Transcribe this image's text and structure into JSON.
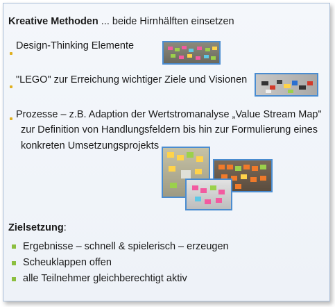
{
  "heading": {
    "bold": "Kreative Methoden",
    "rest": " ... beide Hirnhälften einsetzen"
  },
  "bullets": [
    "Design-Thinking Elemente",
    "\"LEGO\" zur Erreichung wichtiger Ziele und Visionen",
    "Prozesse – z.B. Adaption der Wertstromanalyse „Value Stream Map\"",
    "zur Definition von Handlungsfeldern bis hin zur Formulierung eines",
    "konkreten Umsetzungsprojekts"
  ],
  "goal": {
    "label": "Zielsetzung",
    "colon": ":"
  },
  "goal_items": [
    "Ergebnisse – schnell & spielerisch – erzeugen",
    "Scheuklappen offen",
    "alle Teilnehmer gleichberechtigt aktiv"
  ],
  "colors": {
    "border": "#a9bdd6",
    "photo_frame": "#4a8cd0",
    "yellow_bullet": "#e0b020",
    "green_bullet": "#8cbf3f",
    "sticky_notes": [
      "#f07a2a",
      "#f25aa0",
      "#9bd14b",
      "#ffd34a",
      "#5ec8e6"
    ]
  }
}
